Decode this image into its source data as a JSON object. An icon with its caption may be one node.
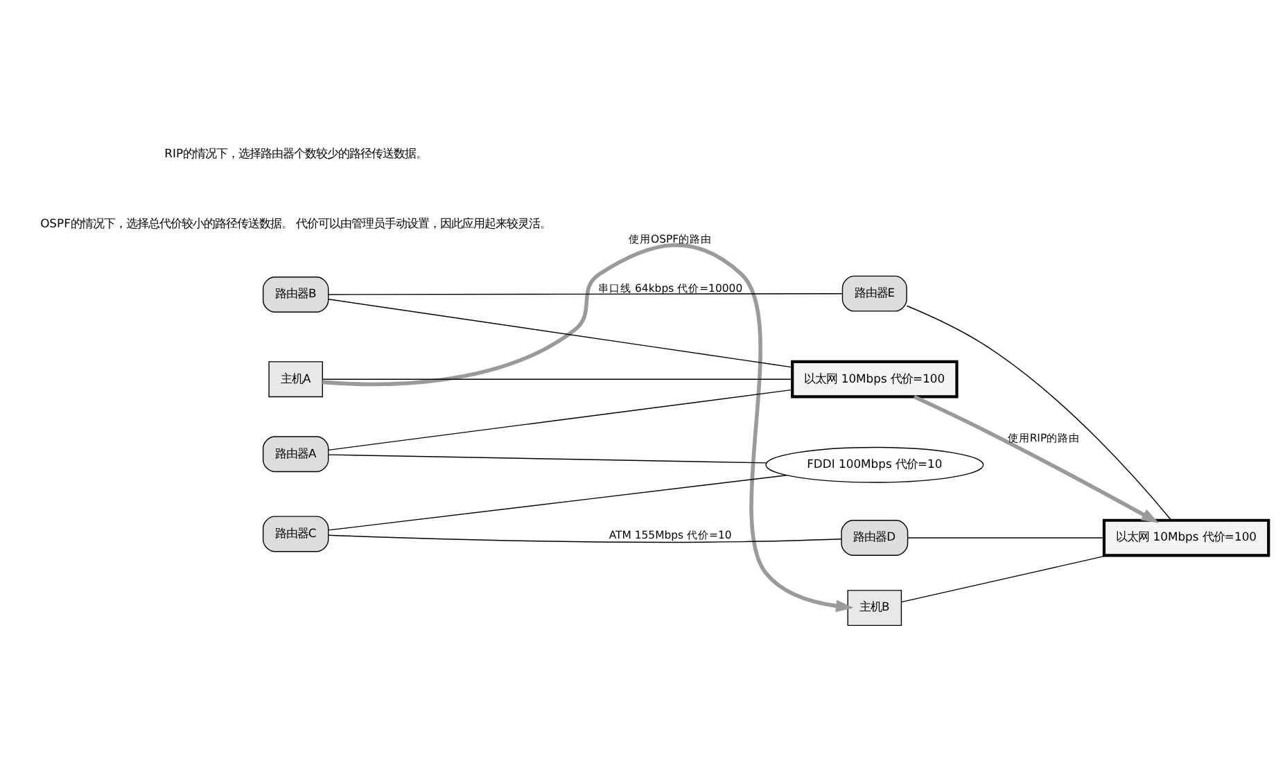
{
  "diagram": {
    "nodes": [
      {
        "text": [
          "主机A"
        ]
      },
      {
        "text": [
          "主机B"
        ]
      },
      {
        "text": [
          "路由器C"
        ]
      },
      {
        "text": [
          "FDDI 100Mbps 代价=10"
        ]
      },
      {
        "text": [
          "路由器A"
        ]
      },
      {
        "text": [
          "路由器D"
        ]
      },
      {
        "text": [
          "以太网 10Mbps 代价=100"
        ]
      },
      {
        "text": [
          "以太网 10Mbps 代价=100"
        ]
      },
      {
        "text": [
          "路由器B"
        ]
      },
      {
        "text": [
          "路由器E"
        ]
      }
    ],
    "edges": [
      {
        "from": 0,
        "to": 1,
        "arrow": "to",
        "label": "使用OSPF的路由",
        "style": "thick",
        "color": "#9a9a9a"
      },
      {
        "from": 0,
        "to": 6,
        "arrow": "none"
      },
      {
        "from": 4,
        "to": 6,
        "arrow": "none"
      },
      {
        "from": 8,
        "to": 6,
        "arrow": "none"
      },
      {
        "from": 4,
        "to": 3,
        "arrow": "none"
      },
      {
        "from": 2,
        "to": 3,
        "arrow": "none"
      },
      {
        "from": 2,
        "to": 5,
        "arrow": "none",
        "label": "ATM 155Mbps 代价=10"
      },
      {
        "from": 8,
        "to": 9,
        "arrow": "none",
        "label": "串口线 64kbps 代价=10000"
      },
      {
        "from": 5,
        "to": 7,
        "arrow": "none"
      },
      {
        "from": 9,
        "to": 7,
        "arrow": "none"
      },
      {
        "from": 1,
        "to": 7,
        "arrow": "none"
      },
      {
        "from": 6,
        "to": 7,
        "arrow": "to",
        "label": "使用RIP的路由",
        "style": "thick",
        "color": "#9a9a9a"
      }
    ],
    "labels": [
      "OSPF的情况下，选择总代价较小的路径传送数据。 代价可以由管理员手动设置，因此应用起来较灵活。",
      "RIP的情况下，选择路由器个数较少的路径传送数据。"
    ]
  }
}
